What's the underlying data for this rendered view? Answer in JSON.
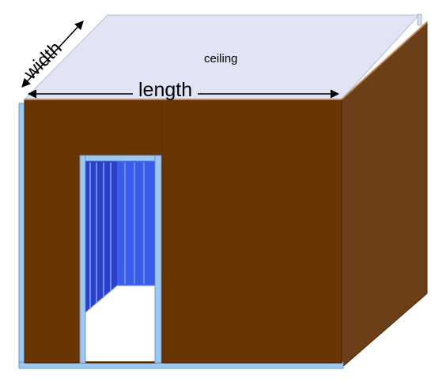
{
  "labels": {
    "ceiling": "ceiling",
    "length": "length",
    "width": "width"
  },
  "colors": {
    "ceiling": "#e0e4f4",
    "front_wall": "#693502",
    "side_wall": "#6b3f18",
    "frame": "#9ec8f0",
    "frame_dark": "#5a8cd0",
    "door_interior": "#3a5ce8",
    "door_interior_dark": "#2a40c8",
    "floor": "#ffffff"
  }
}
